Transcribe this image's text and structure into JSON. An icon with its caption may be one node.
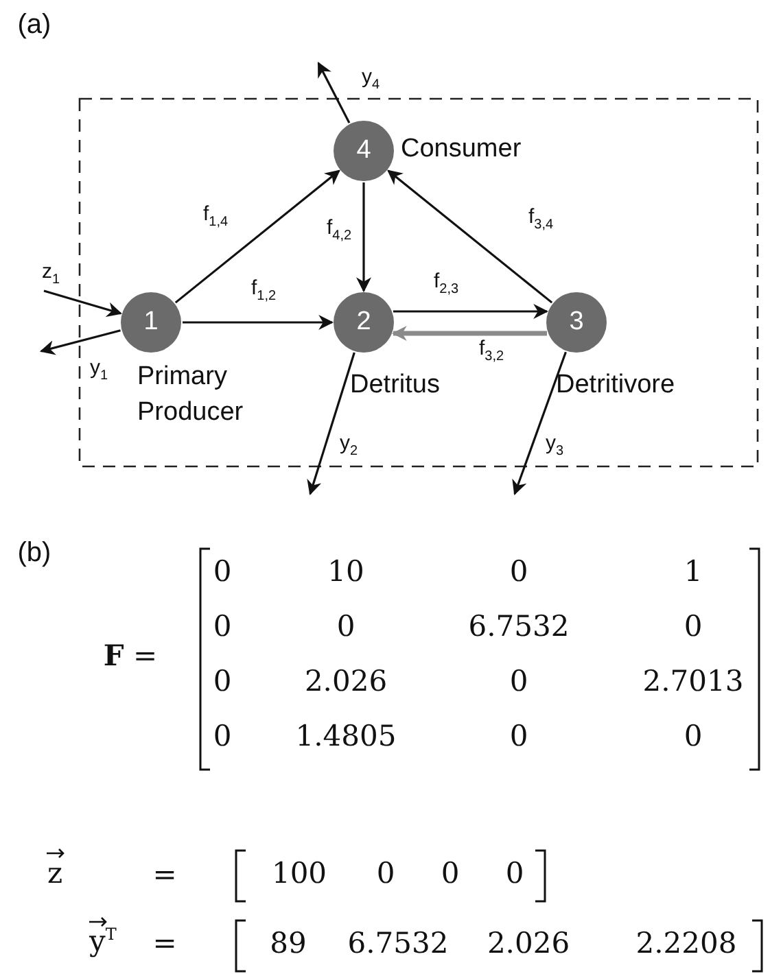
{
  "diagram": {
    "nodes": [
      {
        "text": [
          "1"
        ],
        "beside": [
          "Primary Producer"
        ]
      },
      {
        "text": [
          "2"
        ],
        "beside": [
          "Detritus"
        ]
      },
      {
        "text": [
          "3"
        ],
        "beside": [
          "Detritivore"
        ]
      },
      {
        "text": [
          "4"
        ],
        "beside": [
          "Consumer"
        ]
      }
    ],
    "edges": [
      {
        "from": 0,
        "to": 3,
        "arrow": "to",
        "label": "f$_{1,4}$"
      },
      {
        "from": 0,
        "to": 1,
        "arrow": "to",
        "label": "f$_{1,2}$"
      },
      {
        "from": 3,
        "to": 1,
        "arrow": "to",
        "label": "f$_{4,2}$"
      },
      {
        "from": 1,
        "to": 2,
        "arrow": "to",
        "label": "f$_{2,3}$"
      },
      {
        "from": 2,
        "to": 1,
        "arrow": "to",
        "label": "f$_{3,2}$",
        "style": "thick",
        "color": "#8a8a8a"
      },
      {
        "from": 2,
        "to": 3,
        "arrow": "to",
        "label": "f$_{3,4}$"
      },
      {
        "from": null,
        "to": 0,
        "arrow": "to",
        "label": "z$_{1}$"
      },
      {
        "from": 0,
        "to": null,
        "arrow": "to",
        "label": "y$_{1}$"
      },
      {
        "from": 1,
        "to": null,
        "arrow": "to",
        "label": "y$_{2}$"
      },
      {
        "from": 2,
        "to": null,
        "arrow": "to",
        "label": "y$_{3}$"
      },
      {
        "from": 3,
        "to": null,
        "arrow": "to",
        "label": "y$_{4}$"
      }
    ],
    "labels": [
      "(a)",
      "(b)",
      "**F** =",
      "0",
      "10",
      "0",
      "1",
      "0",
      "0",
      "6.7532",
      "0",
      "0",
      "2.026",
      "0",
      "2.7013",
      "0",
      "1.4805",
      "0",
      "0",
      "z",
      "=",
      "100",
      "0",
      "0",
      "0",
      "y$^{T}$",
      "=",
      "89",
      "6.7532",
      "2.026",
      "2.2208"
    ]
  }
}
